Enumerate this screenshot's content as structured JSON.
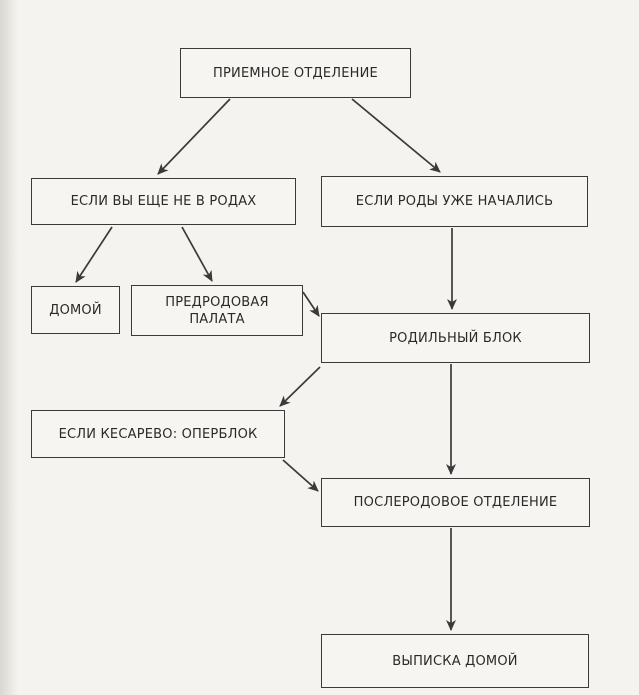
{
  "diagram": {
    "nodes": {
      "reception": "ПРИЕМНОЕ ОТДЕЛЕНИЕ",
      "not_in_labor": "ЕСЛИ ВЫ ЕЩЕ НЕ В РОДАХ",
      "labor_started": "ЕСЛИ РОДЫ УЖЕ НАЧАЛИСЬ",
      "home": "ДОМОЙ",
      "prenatal_ward_line1": "ПРЕДРОДОВАЯ",
      "prenatal_ward_line2": "ПАЛАТА",
      "delivery_unit": "РОДИЛЬНЫЙ БЛОК",
      "cesarean": "ЕСЛИ КЕСАРЕВО: ОПЕРБЛОК",
      "postnatal_ward": "ПОСЛЕРОДОВОЕ ОТДЕЛЕНИЕ",
      "discharge": "ВЫПИСКА ДОМОЙ"
    },
    "edges": [
      {
        "from": "reception",
        "to": "not_in_labor"
      },
      {
        "from": "reception",
        "to": "labor_started"
      },
      {
        "from": "not_in_labor",
        "to": "home"
      },
      {
        "from": "not_in_labor",
        "to": "prenatal_ward"
      },
      {
        "from": "prenatal_ward",
        "to": "delivery_unit"
      },
      {
        "from": "labor_started",
        "to": "delivery_unit"
      },
      {
        "from": "delivery_unit",
        "to": "cesarean"
      },
      {
        "from": "delivery_unit",
        "to": "postnatal_ward"
      },
      {
        "from": "cesarean",
        "to": "postnatal_ward"
      },
      {
        "from": "postnatal_ward",
        "to": "discharge"
      }
    ],
    "colors": {
      "line": "#3a3a3a",
      "background": "#f4f3ef"
    }
  }
}
